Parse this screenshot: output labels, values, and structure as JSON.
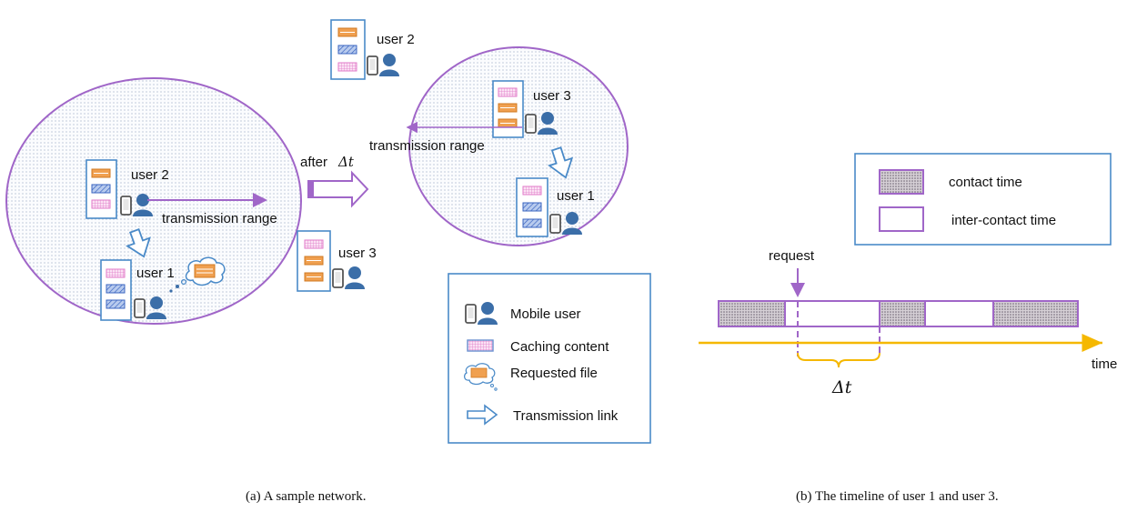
{
  "network": {
    "left_circle": {
      "user2": "user 2",
      "user1": "user 1",
      "range": "transmission range"
    },
    "outside": {
      "user2": "user 2",
      "user3": "user 3"
    },
    "after_label": "after",
    "after_symbol": "Δt",
    "right_circle": {
      "user3": "user 3",
      "user1": "user 1",
      "range": "transmission range"
    },
    "legend": {
      "items": [
        "Mobile user",
        "Caching content",
        "Requested file",
        "Transmission link"
      ]
    },
    "caption": "(a) A sample network."
  },
  "timeline": {
    "legend": {
      "contact": "contact time",
      "inter": "inter-contact time"
    },
    "request": "request",
    "time": "time",
    "delta": "Δt",
    "segments": [
      {
        "kind": "contact"
      },
      {
        "kind": "inter"
      },
      {
        "kind": "contact"
      },
      {
        "kind": "inter"
      },
      {
        "kind": "contact"
      }
    ],
    "caption": "(b) The timeline of user 1 and user 3."
  },
  "colors": {
    "circle": "#a066c8",
    "box": "#4a8ac8",
    "orange": "#f0a050",
    "blue": "#6a90d0",
    "pink": "#e07ac8",
    "person": "#3b6ea8",
    "timeline": "#f5b800",
    "purple": "#a066c8"
  }
}
